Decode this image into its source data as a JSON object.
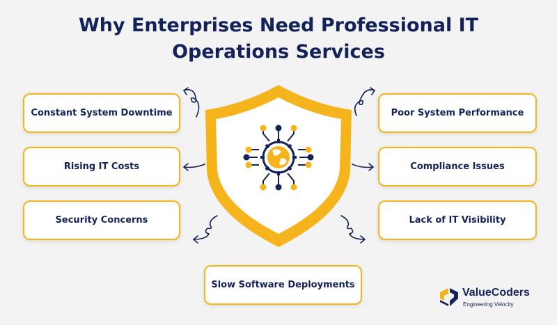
{
  "title": {
    "line1": "Why Enterprises Need Professional IT",
    "line2": "Operations Services"
  },
  "reasons": {
    "left": [
      "Constant System Downtime",
      "Rising IT Costs",
      "Security Concerns"
    ],
    "right": [
      "Poor System Performance",
      "Compliance Issues",
      "Lack of IT Visibility"
    ],
    "bottom": "Slow Software Deployments"
  },
  "colors": {
    "navy": "#14225a",
    "accent": "#f5b41b",
    "background": "#f3f3f3"
  },
  "center_icon": "shield-gear-network-icon",
  "logo": {
    "name": "ValueCoders",
    "tagline": "Engineering Velocity"
  }
}
